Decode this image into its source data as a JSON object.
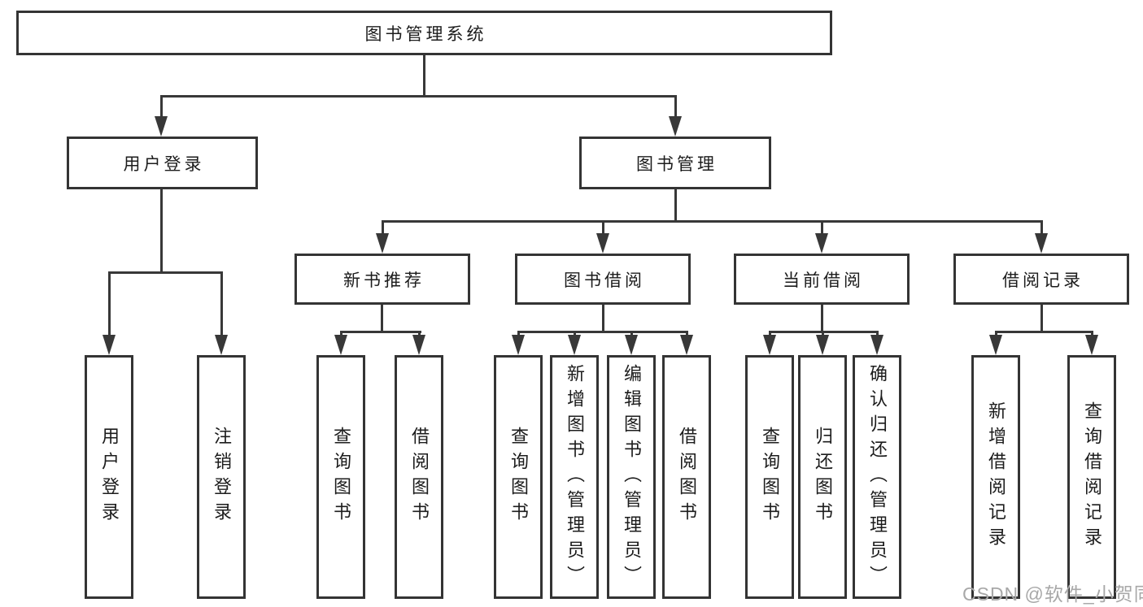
{
  "diagram": {
    "root": "图书管理系统",
    "user_login": {
      "label": "用户登录",
      "children": [
        "用户登录",
        "注销登录"
      ]
    },
    "book_mgmt": {
      "label": "图书管理",
      "sections": [
        {
          "label": "新书推荐",
          "children": [
            "查询图书",
            "借阅图书"
          ]
        },
        {
          "label": "图书借阅",
          "children": [
            "查询图书",
            "新增图书（管理员）",
            "编辑图书（管理员）",
            "借阅图书"
          ]
        },
        {
          "label": "当前借阅",
          "children": [
            "查询图书",
            "归还图书",
            "确认归还（管理员）"
          ]
        },
        {
          "label": "借阅记录",
          "children": [
            "新增借阅记录",
            "查询借阅记录"
          ]
        }
      ]
    },
    "colors": {
      "line": "#383838",
      "border": "#343434",
      "text": "#1c1c1c",
      "watermark": "#a8a8a8"
    }
  },
  "watermark": "CSDN @软件_小贺同学"
}
